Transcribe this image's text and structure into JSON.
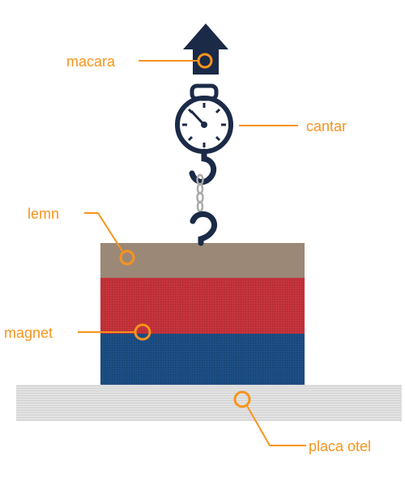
{
  "labels": {
    "crane": "macara",
    "scale": "cantar",
    "wood": "lemn",
    "magnet": "magnet",
    "steel_plate": "placa otel"
  },
  "colors": {
    "accent": "#F7941D",
    "navy": "#1B2A47",
    "wood": "#9C8876",
    "magnet_north": "#C7343C",
    "magnet_south": "#1D4F86",
    "steel": "#DDDDDD",
    "chain": "#AAAAAA"
  },
  "icons": {
    "crane": "up-arrow-icon",
    "scale": "stopwatch-scale-icon",
    "hook": "hook-icon",
    "chain": "chain-icon"
  }
}
